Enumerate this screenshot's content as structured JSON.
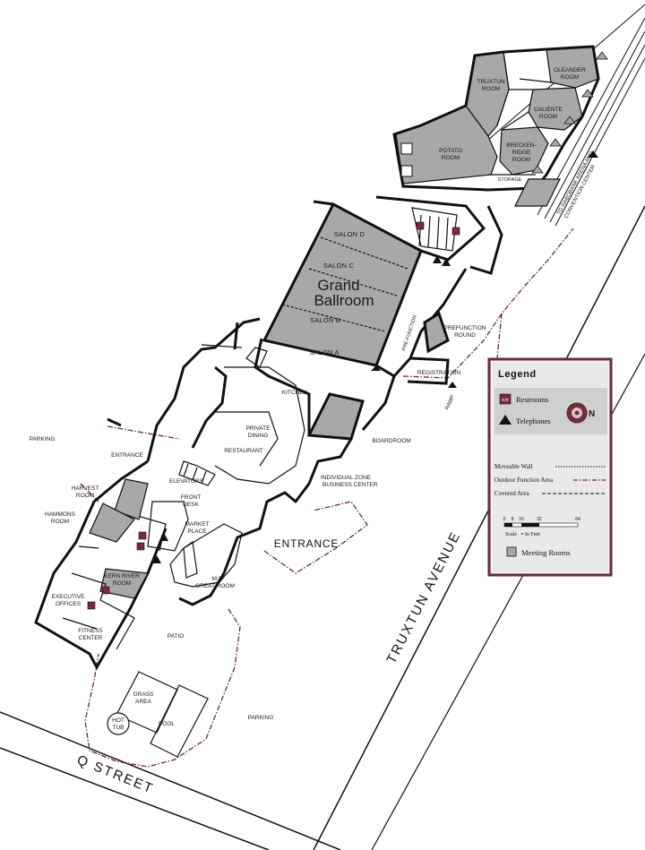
{
  "streets": {
    "q_street": "Q STREET",
    "truxtun_avenue": "TRUXTUN AVENUE"
  },
  "to_arena": {
    "line1": "TO RABOBANK ARENA AND",
    "line2": "CONVENTION CENTER"
  },
  "rooms": {
    "oleander": [
      "OLEANDER",
      "ROOM"
    ],
    "truxtun": [
      "TRUXTUN",
      "ROOM"
    ],
    "caliente": [
      "CALIENTE",
      "ROOM"
    ],
    "potato": [
      "POTATO",
      "ROOM"
    ],
    "breckenridge": [
      "BRECKEN-",
      "RIDGE",
      "ROOM"
    ],
    "storage": "STORAGE",
    "salon_d": "SALON D",
    "salon_c": "SALON C",
    "salon_b": "SALON B",
    "salon_a": "SALON A",
    "grand_ballroom": [
      "Grand",
      "Ballroom"
    ],
    "pre_function": "PRE-FUNCTION",
    "prefunction_round": [
      "PREFUNCTION",
      "ROUND"
    ],
    "registration": "REGISTRATION",
    "ramp": "RAMP",
    "kitchen": "KITCHEN",
    "boardroom": "BOARDROOM",
    "private_dining": [
      "PRIVATE",
      "DINING"
    ],
    "restaurant": "RESTAURANT",
    "individual_zone": [
      "INDIVIDUAL ZONE",
      "BUSINESS CENTER"
    ],
    "elevators": "ELEVATORS",
    "front_desk": [
      "FRONT",
      "DESK"
    ],
    "market_place": [
      "MARKET",
      "PLACE"
    ],
    "mi_great_room": [
      "M.I.",
      "GREAT ROOM"
    ],
    "entrance_small": "ENTRANCE",
    "entrance_main": "ENTRANCE",
    "harvest": [
      "HARVEST",
      "ROOM"
    ],
    "hammons": [
      "HAMMONS",
      "ROOM"
    ],
    "kern_river": [
      "KERN RIVER",
      "ROOM"
    ],
    "executive_offices": [
      "EXECUTIVE",
      "OFFICES"
    ],
    "fitness_center": [
      "FITNESS",
      "CENTER"
    ],
    "patio": "PATIO",
    "grass_area": [
      "GRASS",
      "AREA"
    ],
    "pool": "POOL",
    "hot_tub": [
      "HOT",
      "TUB"
    ],
    "parking_left": "PARKING",
    "parking_bottom": "PARKING"
  },
  "legend": {
    "title": "Legend",
    "restrooms": "Restrooms",
    "restroom_symbol": "R/R",
    "telephones": "Telephones",
    "compass_letter": "N",
    "moveable_wall": "Moveable Wall",
    "outdoor_function": "Outdoor Function Area",
    "covered_area": "Covered Area",
    "scale_ticks": [
      "0",
      "8",
      "16",
      "32",
      "64"
    ],
    "scale_label": "Scale",
    "scale_unit": "In Feet",
    "meeting_rooms": "Meeting Rooms"
  },
  "colors": {
    "meeting_room": "#a8a8a8",
    "outdoor_line": "#6b2a35",
    "legend_border": "#6b2a35",
    "legend_fill": "#e9e9e9",
    "restroom_icon": "#7a2a38"
  }
}
